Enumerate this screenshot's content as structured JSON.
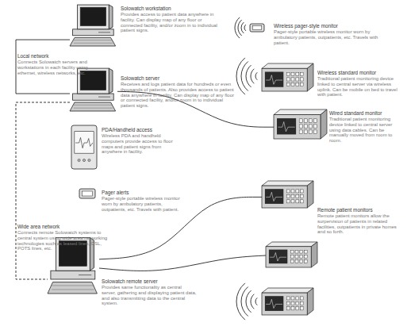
{
  "diagram": {
    "nodes": [
      {
        "text": [
          "Solowatch workstation",
          "Provides access to patient data anywhere in facility. Can display map of any floor or connected facility, and/or zoom in to individual patient signs."
        ]
      },
      {
        "text": [
          "Solowatch server",
          "Receives and logs patient data for hundreds or even thousands of patients. Also provides access to patient data anywhere in facility. Can display map of any floor or connected facility, and/or zoom in to individual patient signs."
        ]
      },
      {
        "text": [
          "PDA/Handheld access",
          "Wireless PDA and handheld computers provide access to floor maps and patient signs from anywhere in facility."
        ]
      },
      {
        "text": [
          "Pager alerts",
          "Pager-style portable wireless monitor worn by ambulatory patients, outpatients, etc. Travels with patient."
        ]
      },
      {
        "text": [
          "Solowatch remote server",
          "Provides same functionality as central server, gathering and displaying patient data, and also transmitting data to the central system."
        ]
      },
      {
        "text": [
          "Wireless pager-style monitor",
          "Pager-style portable wireless monitor worn by ambulatory patients, outpatients, etc. Travels with patient."
        ]
      },
      {
        "text": [
          "Wireless standard monitor",
          "Traditional patient monitoring device linked to central server via wireless uplink. Can be mobile on bed to travel with patient."
        ]
      },
      {
        "text": [
          "Wired standard monitor",
          "Traditional patient monitoring device linked to central server using data cables. Can be manually moved from room to room."
        ]
      },
      {
        "text": [
          "Remote patient monitors",
          "Remote patient monitors allow the surpervision of patients in related facilities, outpatients in private homes and so forth."
        ]
      }
    ],
    "edges": [
      {
        "from": 0,
        "to": 1,
        "arrow": "none"
      },
      {
        "from": 1,
        "to": 4,
        "arrow": "none"
      },
      {
        "from": 1,
        "to": 7,
        "arrow": "none"
      },
      {
        "from": 4,
        "to": 8,
        "arrow": "none"
      }
    ],
    "labels": [
      "Local network",
      "Connects Solowatch servers and workstations in each facility using ethernet, wireless networks, etc.",
      "Wide area network",
      "Connects remote Solowatch systems to central system using wide area networking technologies such as leased lines, DSL, POTS lines, etc."
    ]
  }
}
